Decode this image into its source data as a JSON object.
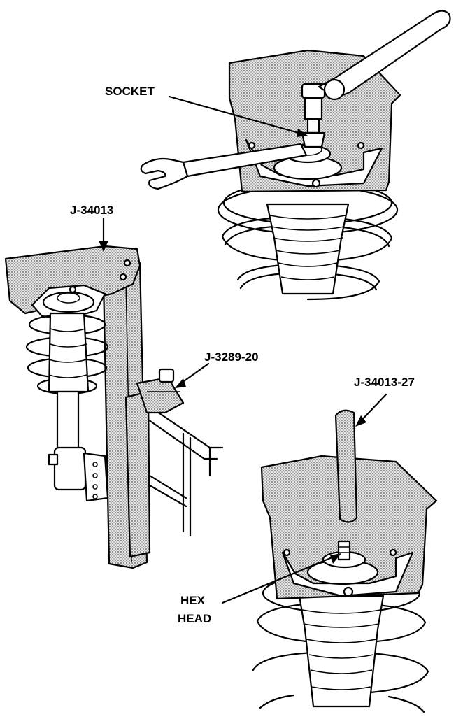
{
  "labels": {
    "socket": "SOCKET",
    "j34013": "J-34013",
    "j3289_20": "J-3289-20",
    "j34013_27": "J-34013-27",
    "hex_head_line1": "HEX",
    "hex_head_line2": "HEAD"
  },
  "colors": {
    "ink": "#000000",
    "paper": "#ffffff",
    "stipple": "#9a9a9a"
  }
}
